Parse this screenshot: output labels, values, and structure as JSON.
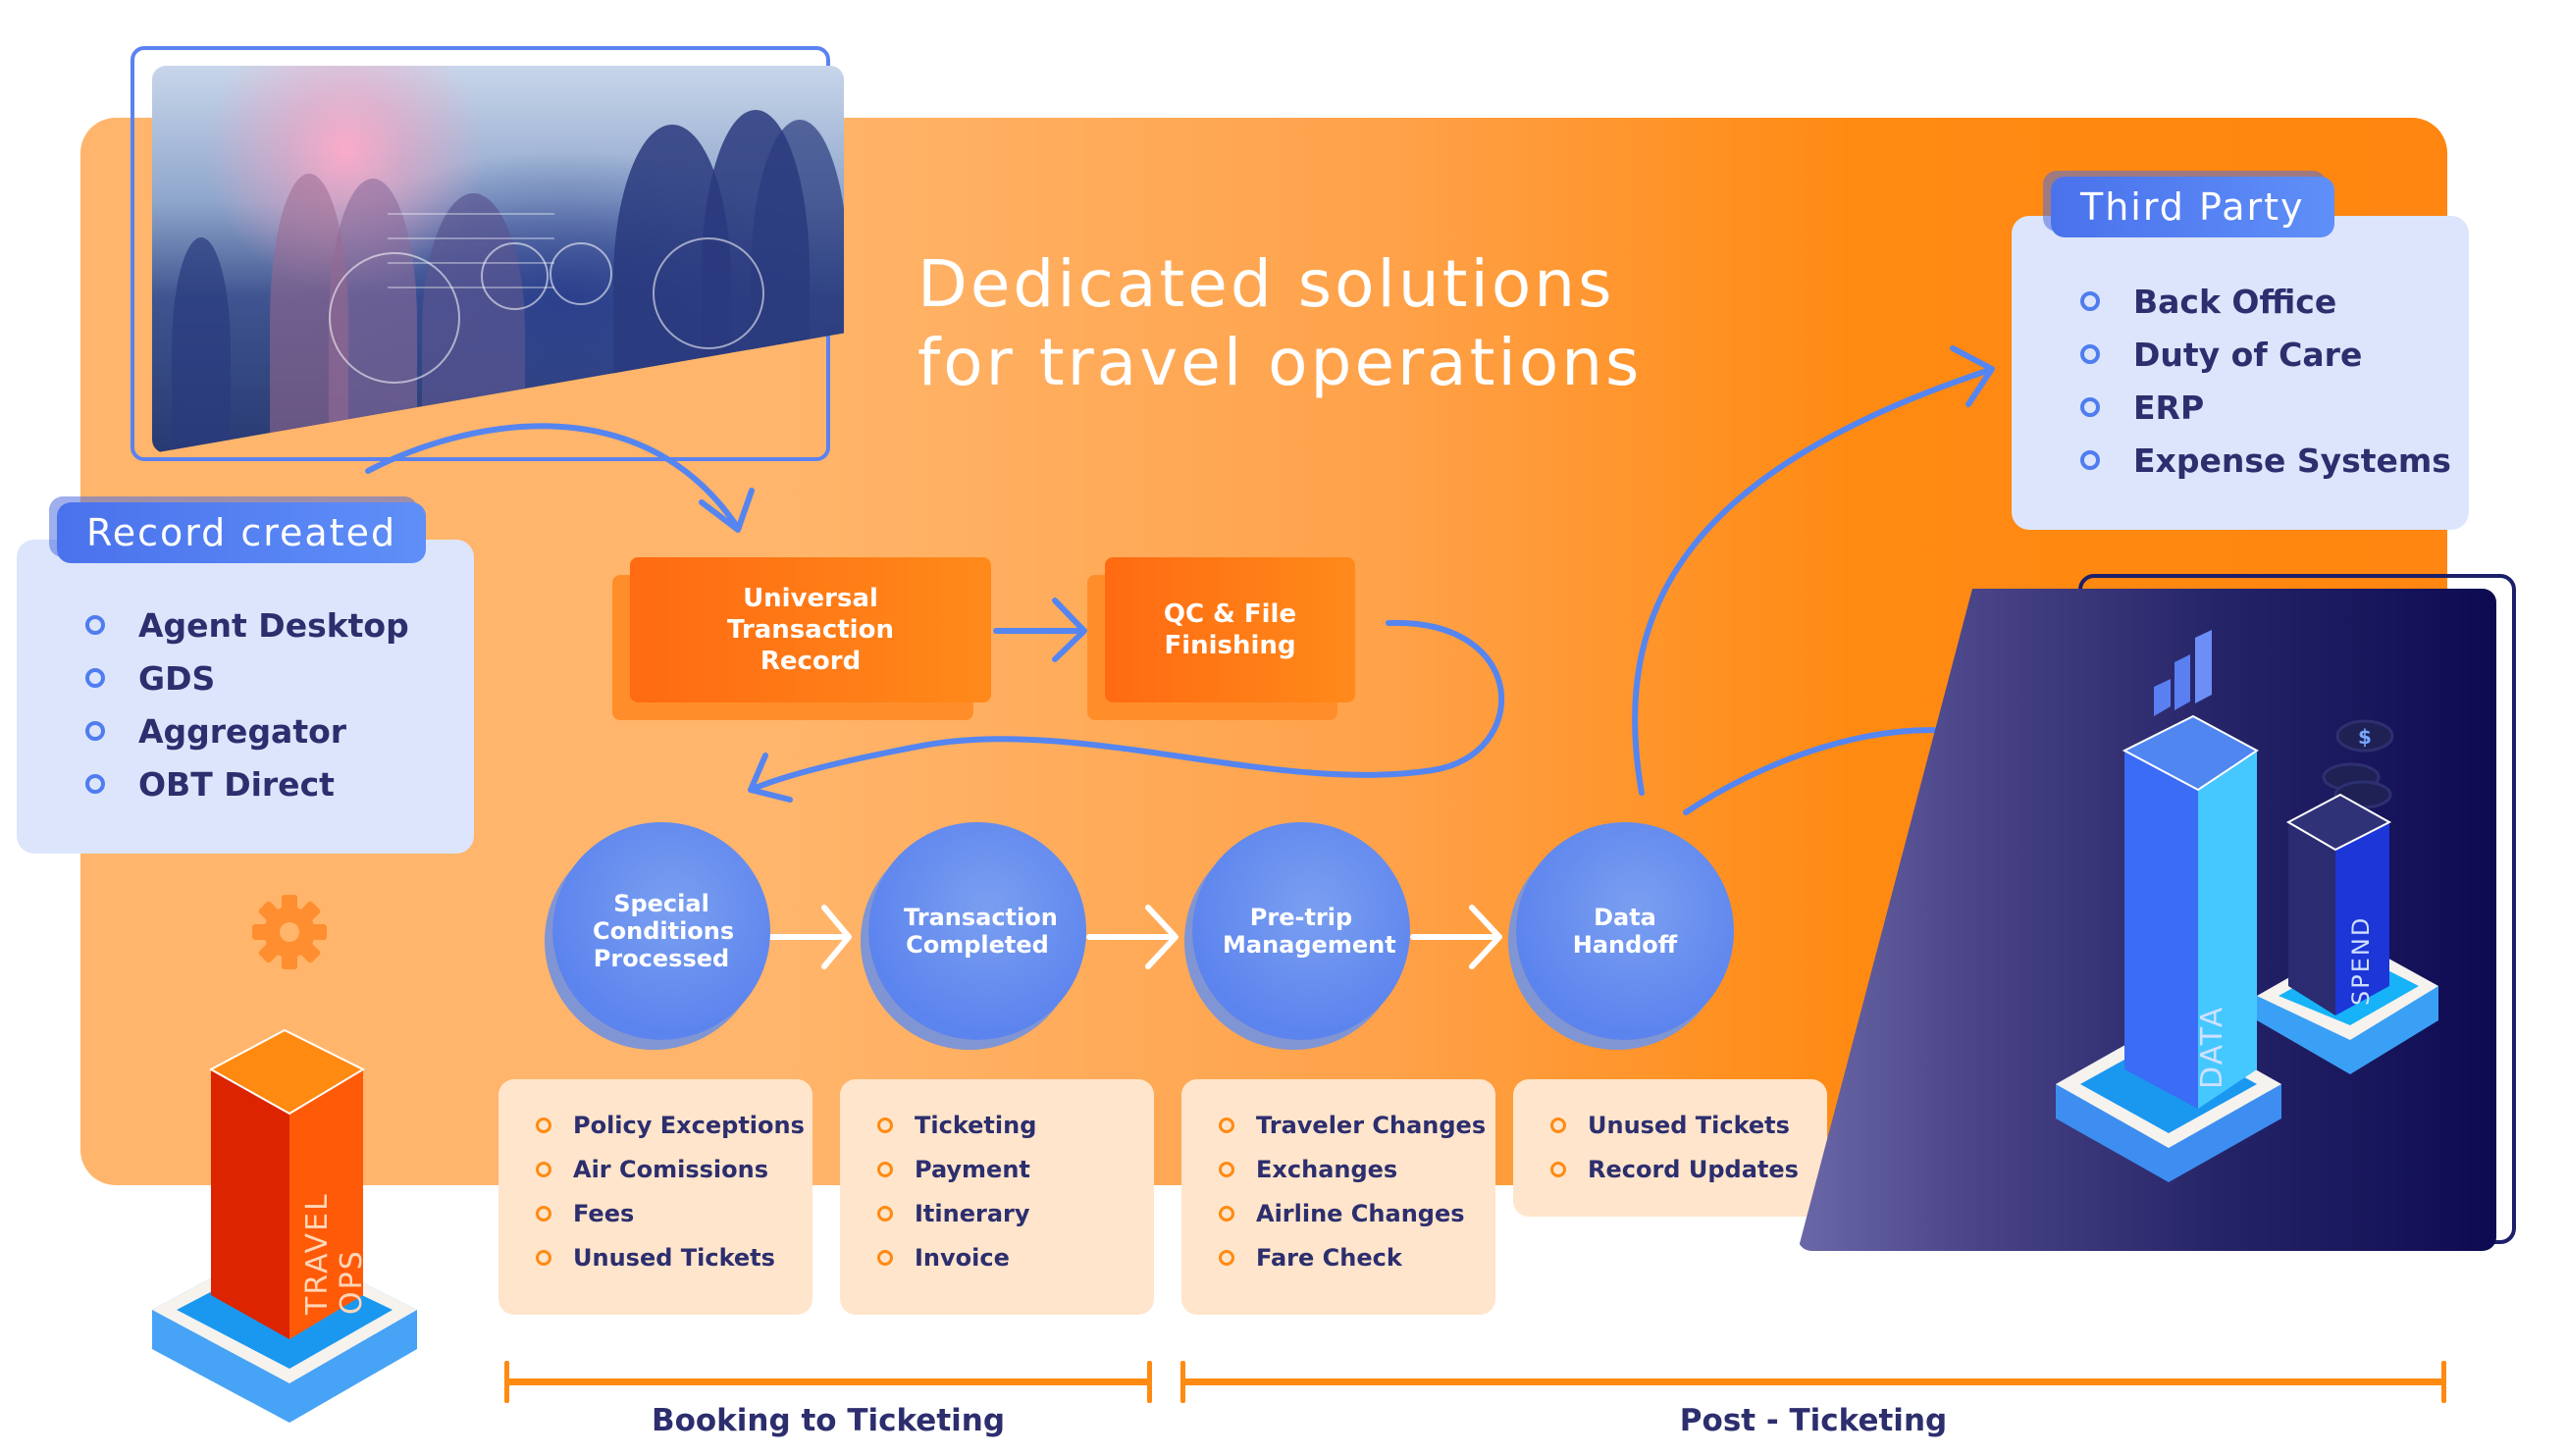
{
  "title": {
    "line1": "Dedicated solutions",
    "line2": "for travel operations"
  },
  "colors": {
    "orange_accent": "#ff8a12",
    "blue_accent": "#4f7df0",
    "panel_blue": "#dce5fb",
    "card_peach": "#ffe5cb",
    "text_navy": "#2c2e6e",
    "dark_panel": "#0d0a52"
  },
  "record_created": {
    "label": "Record created",
    "items": [
      "Agent Desktop",
      "GDS",
      "Aggregator",
      "OBT Direct"
    ]
  },
  "third_party": {
    "label": "Third Party",
    "items": [
      "Back Office",
      "Duty of Care",
      "ERP",
      "Expense Systems"
    ]
  },
  "top_steps": [
    {
      "label": "Universal Transaction Record"
    },
    {
      "label": "QC & File Finishing"
    }
  ],
  "circle_steps": [
    {
      "label": "Special Conditions Processed",
      "details": [
        "Policy Exceptions",
        "Air Comissions",
        "Fees",
        "Unused Tickets"
      ]
    },
    {
      "label": "Transaction Completed",
      "details": [
        "Ticketing",
        "Payment",
        "Itinerary",
        "Invoice"
      ]
    },
    {
      "label": "Pre-trip Management",
      "details": [
        "Traveler Changes",
        "Exchanges",
        "Airline Changes",
        "Fare Check"
      ]
    },
    {
      "label": "Data Handoff",
      "details": [
        "Unused Tickets",
        "Record Updates"
      ]
    }
  ],
  "phases": [
    {
      "label": "Booking to Ticketing"
    },
    {
      "label": "Post - Ticketing"
    }
  ],
  "illustrations": {
    "travel_ops": "TRAVEL OPS",
    "data": "DATA",
    "spend": "SPEND",
    "coin_symbol": "$"
  },
  "icons": {
    "gear": "gear-icon",
    "bar_chart": "bar-chart-icon",
    "coins": "coin-stack-icon",
    "bullet": "ring-bullet-icon",
    "arrow": "arrow-icon"
  }
}
